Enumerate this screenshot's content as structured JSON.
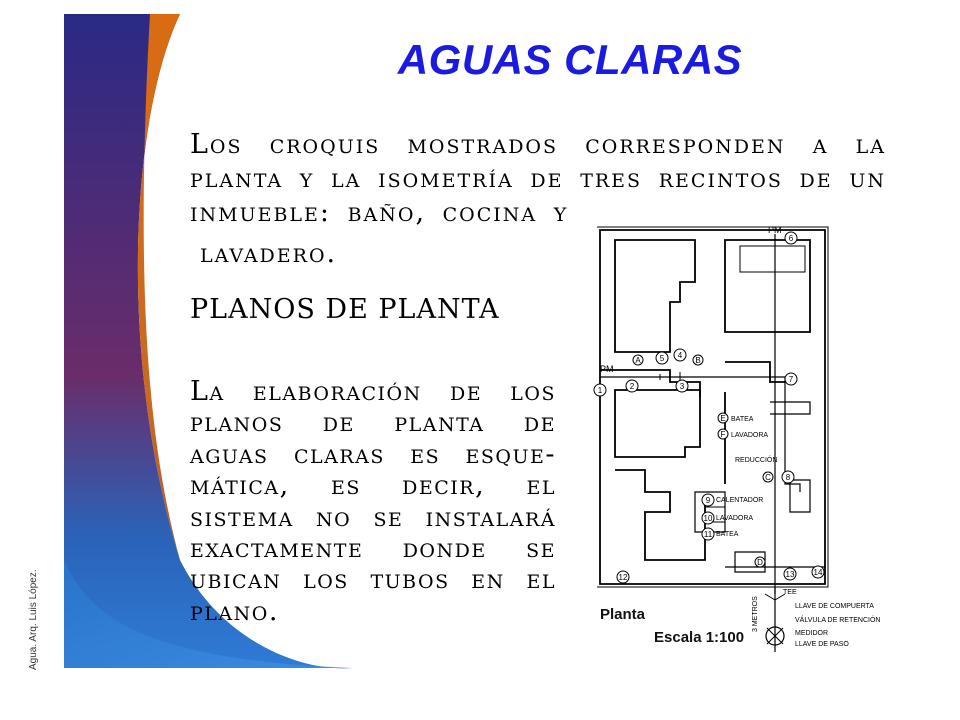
{
  "title": "AGUAS CLARAS",
  "intro": {
    "line": "Los croquis mostrados corresponden a la planta y la isometría de tres recintos de un inmueble: baño, cocina y",
    "continuation": "lavadero."
  },
  "section_heading": "PLANOS DE PLANTA",
  "body": "La elaboración de los planos de planta de aguas claras es esque-mática, es decir, el sistema no se instalará exactamente donde se ubican los tubos en el plano.",
  "side_note": "Agua. Arq. Luis López.",
  "figure": {
    "caption_name": "Planta",
    "caption_scale": "Escala 1:100",
    "pm_labels": [
      "PM",
      "PM"
    ],
    "node_numbers": [
      "1",
      "2",
      "3",
      "4",
      "5",
      "6",
      "7",
      "8",
      "9",
      "10",
      "11",
      "12",
      "13",
      "14"
    ],
    "node_letters": [
      "A",
      "B",
      "C",
      "D",
      "E",
      "F"
    ],
    "labels": {
      "batea": "BATEA",
      "lavadora1": "LAVADORA",
      "reduccion": "REDUCCIÓN",
      "calentador": "CALENTADOR",
      "lavadora2": "LAVADORA",
      "batea2": "BATEA",
      "tee": "TEE",
      "metros": "3 METROS",
      "llave_compuerta": "LLAVE DE COMPUERTA",
      "valvula": "VÁLVULA DE RETENCIÓN",
      "medidor": "MEDIDOR",
      "llave_paso": "LLAVE DE PASO"
    }
  },
  "colors": {
    "title": "#1a1ae0",
    "band_dark": "#23237a",
    "band_blue": "#1f5fb8",
    "band_orange": "#e07a1c"
  }
}
